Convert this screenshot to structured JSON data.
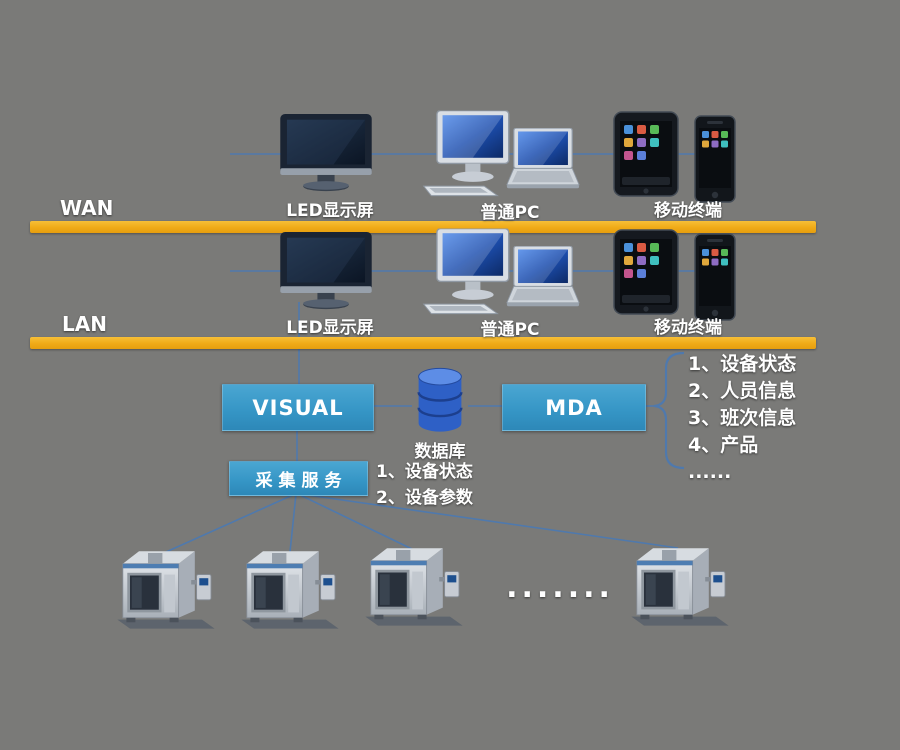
{
  "network": {
    "wan_label": "WAN",
    "lan_label": "LAN"
  },
  "wan_row": {
    "led_label": "LED显示屏",
    "pc_label": "普通PC",
    "mobile_label": "移动终端"
  },
  "lan_row": {
    "led_label": "LED显示屏",
    "pc_label": "普通PC",
    "mobile_label": "移动终端"
  },
  "middle": {
    "visual_box": "VISUAL",
    "mda_box": "MDA",
    "database_label": "数据库",
    "collect_service_box": "采集服务",
    "db_items": [
      "1、设备状态",
      "2、设备参数"
    ],
    "mda_items": [
      "1、设备状态",
      "2、人员信息",
      "3、班次信息",
      "4、产品",
      "......"
    ]
  },
  "bottom": {
    "ellipsis_dots": "......."
  },
  "icons": {
    "led-display-icon": "dark flat-screen monitor",
    "desktop-pc-icon": "desktop monitor with keyboard",
    "laptop-icon": "laptop with blue screen",
    "tablet-icon": "black tablet with app grid",
    "smartphone-icon": "black smartphone with app grid",
    "database-icon": "blue stacked-cylinder database",
    "cnc-machine-icon": "gray CNC machining center"
  },
  "colors": {
    "background": "#7a7a78",
    "bus_bar_yellow": "#f0aa17",
    "box_blue": "#3595c5",
    "connector_blue": "#4f79ad",
    "database_blue": "#2e60c6",
    "text_white": "#ffffff"
  }
}
